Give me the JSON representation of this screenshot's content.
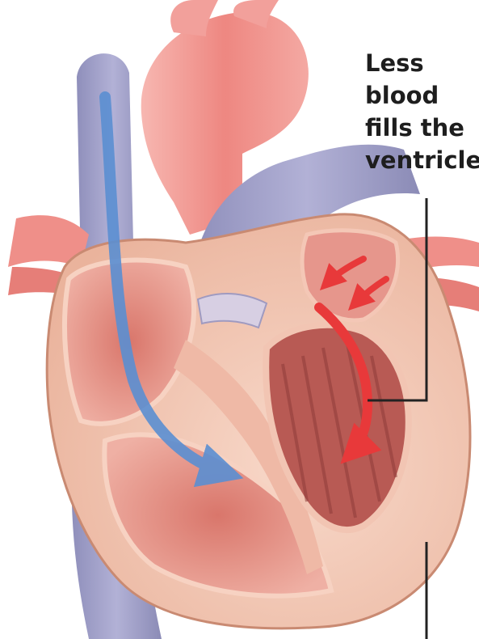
{
  "callout": {
    "lines": [
      "Less",
      "blood",
      "fills the",
      "ventricles"
    ]
  },
  "colors": {
    "muscle": "#f3c7b3",
    "muscle_dark": "#e0a48a",
    "chamber_inner": "#e9a397",
    "chamber_deep": "#c9685f",
    "artery": "#ef8a86",
    "artery_light": "#f6b2ad",
    "vein": "#9d9cc4",
    "vein_dark": "#7f80ad",
    "blood_flow_arrow": "#5b8fd2",
    "reduced_fill_arrow": "#e8393a",
    "leader_line": "#222222",
    "text": "#1e1e1e"
  },
  "icons": [
    "blue-flow-arrow-icon",
    "red-fill-arrow-icon"
  ]
}
